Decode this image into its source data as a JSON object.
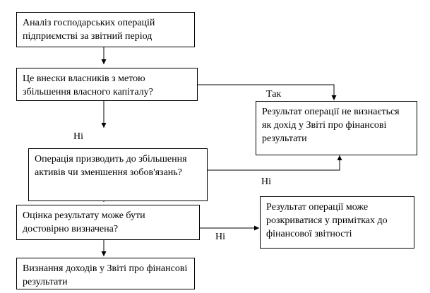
{
  "boxes": {
    "analysis": "Аналіз господарських операцій підприємстві за звітний період",
    "owner_contributions": "Це внески власників з метою збільшення власного капіталу?",
    "not_income": "Результат операції не визнається як дохід у Звіті про фінансові результати",
    "asset_increase": "Операція призводить до збільшення активів чи зменшення зобов'язань?",
    "reliable_estimate": "Оцінка результату може бути достовірно визначена?",
    "disclosure": "Результат операції може розкриватися у примітках до фінансової звітності",
    "recognition": "Визнання доходів у Звіті про фінансові результати"
  },
  "labels": {
    "yes": "Так",
    "no_1": "Ні",
    "no_2": "Ні",
    "no_3": "Ні"
  }
}
